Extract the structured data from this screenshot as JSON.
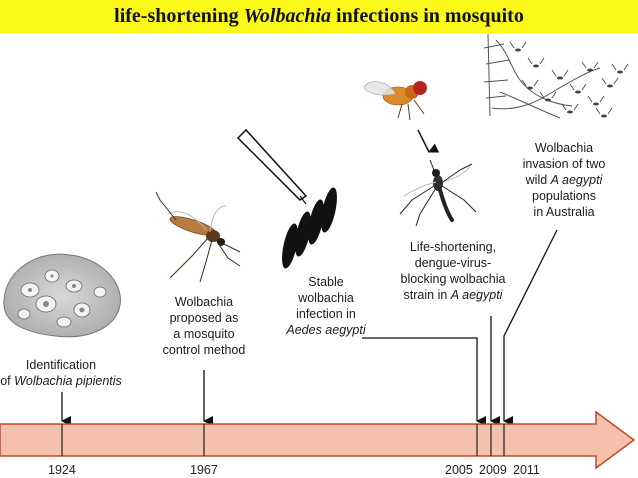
{
  "title": {
    "prefix": "life-shortening ",
    "genus": "Wolbachia",
    "suffix": " infections in mosquito"
  },
  "events": [
    {
      "year": "1924",
      "lines": [
        "Identification",
        "of <i>Wolbachia pipientis</i>"
      ]
    },
    {
      "year": "1967",
      "lines": [
        "Wolbachia",
        "proposed as",
        "a mosquito",
        "control method"
      ]
    },
    {
      "year": "2005",
      "lines": [
        "Stable",
        "wolbachia",
        "infection in",
        "<i>Aedes aegypti</i>"
      ]
    },
    {
      "year": "2009",
      "lines": [
        "Life-shortening,",
        "dengue-virus-",
        "blocking wolbachia",
        "strain in <i>A aegypti</i>"
      ]
    },
    {
      "year": "2011",
      "lines": [
        "Wolbachia",
        "invasion of two",
        "wild <i>A aegypti</i>",
        "populations",
        "in Australia"
      ]
    }
  ],
  "colors": {
    "title_bg": "#fcf81a",
    "arrow_fill": "#f4c1ac",
    "arrow_stroke": "#c2462c"
  },
  "icons": [
    "wolbachia-cell-icon",
    "mosquito-icon",
    "injection-needle-icon",
    "fruit-fly-icon",
    "mosquito-swarm-icon"
  ]
}
